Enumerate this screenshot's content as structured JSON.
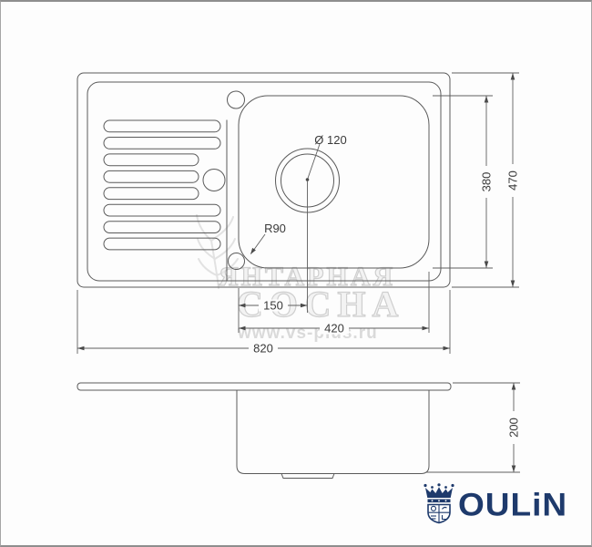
{
  "dimensions": {
    "overall_width": "820",
    "overall_depth": "470",
    "bowl_width": "420",
    "bowl_depth": "380",
    "drain_center_offset": "150",
    "bowl_height": "200",
    "drain_diameter": "Ø 120",
    "corner_radius": "R90"
  },
  "watermark": {
    "title_line1": "ЯНТАРНАЯ",
    "title_line2": "СОСНА",
    "website": "www.vs-plus.ru"
  },
  "brand": {
    "name": "OULiN"
  },
  "colors": {
    "drawing_line": "#5a5a5a",
    "dimension_text": "#3a3a3a",
    "brand_navy": "#1e3a6c",
    "watermark_gray": "#cfcfcf",
    "frame_gray": "#8e8e8e"
  }
}
